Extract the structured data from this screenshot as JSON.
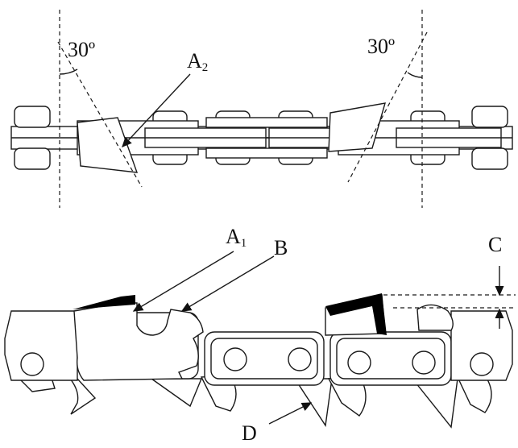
{
  "diagram": {
    "angle_left": "30º",
    "angle_right": "30º",
    "label_a2_main": "A",
    "label_a2_sub": "2",
    "label_a1_main": "A",
    "label_a1_sub": "1",
    "label_b": "B",
    "label_c": "C",
    "label_d": "D"
  },
  "colors": {
    "ink": "#1a1a1a",
    "cutter_edge": "#000000"
  }
}
